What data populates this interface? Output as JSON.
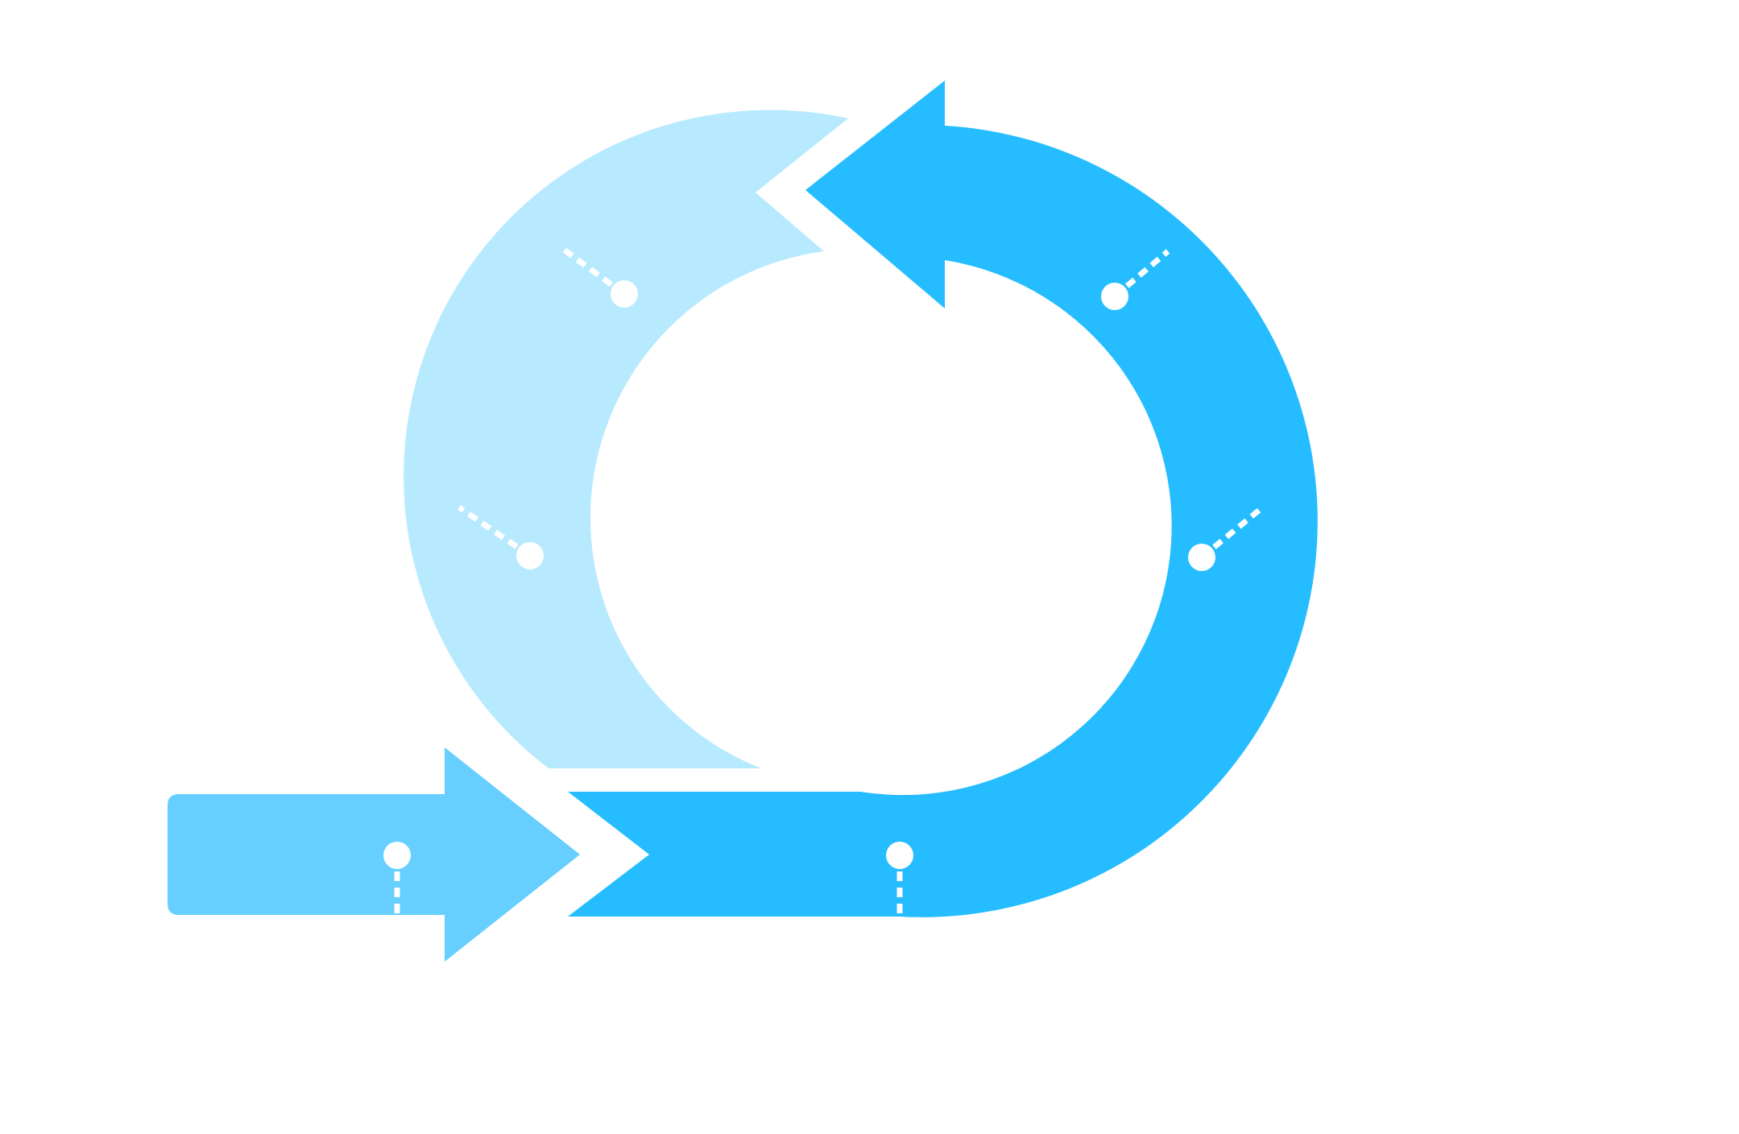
{
  "diagram": {
    "type": "cycle-process",
    "colors": {
      "background": "#ffffff",
      "light_arc": "#b8eaff",
      "dark_arc": "#25bdff",
      "input_arrow": "#66cfff",
      "marker": "#ffffff"
    },
    "segments": [
      {
        "id": "input-arrow",
        "color_key": "input_arrow",
        "label": ""
      },
      {
        "id": "bottom-right-arc",
        "color_key": "dark_arc",
        "label": ""
      },
      {
        "id": "left-arc",
        "color_key": "light_arc",
        "label": ""
      }
    ],
    "markers": [
      {
        "id": "marker-input",
        "label": ""
      },
      {
        "id": "marker-bottom",
        "label": ""
      },
      {
        "id": "marker-right",
        "label": ""
      },
      {
        "id": "marker-top-right",
        "label": ""
      },
      {
        "id": "marker-top-left",
        "label": ""
      },
      {
        "id": "marker-left",
        "label": ""
      }
    ]
  }
}
